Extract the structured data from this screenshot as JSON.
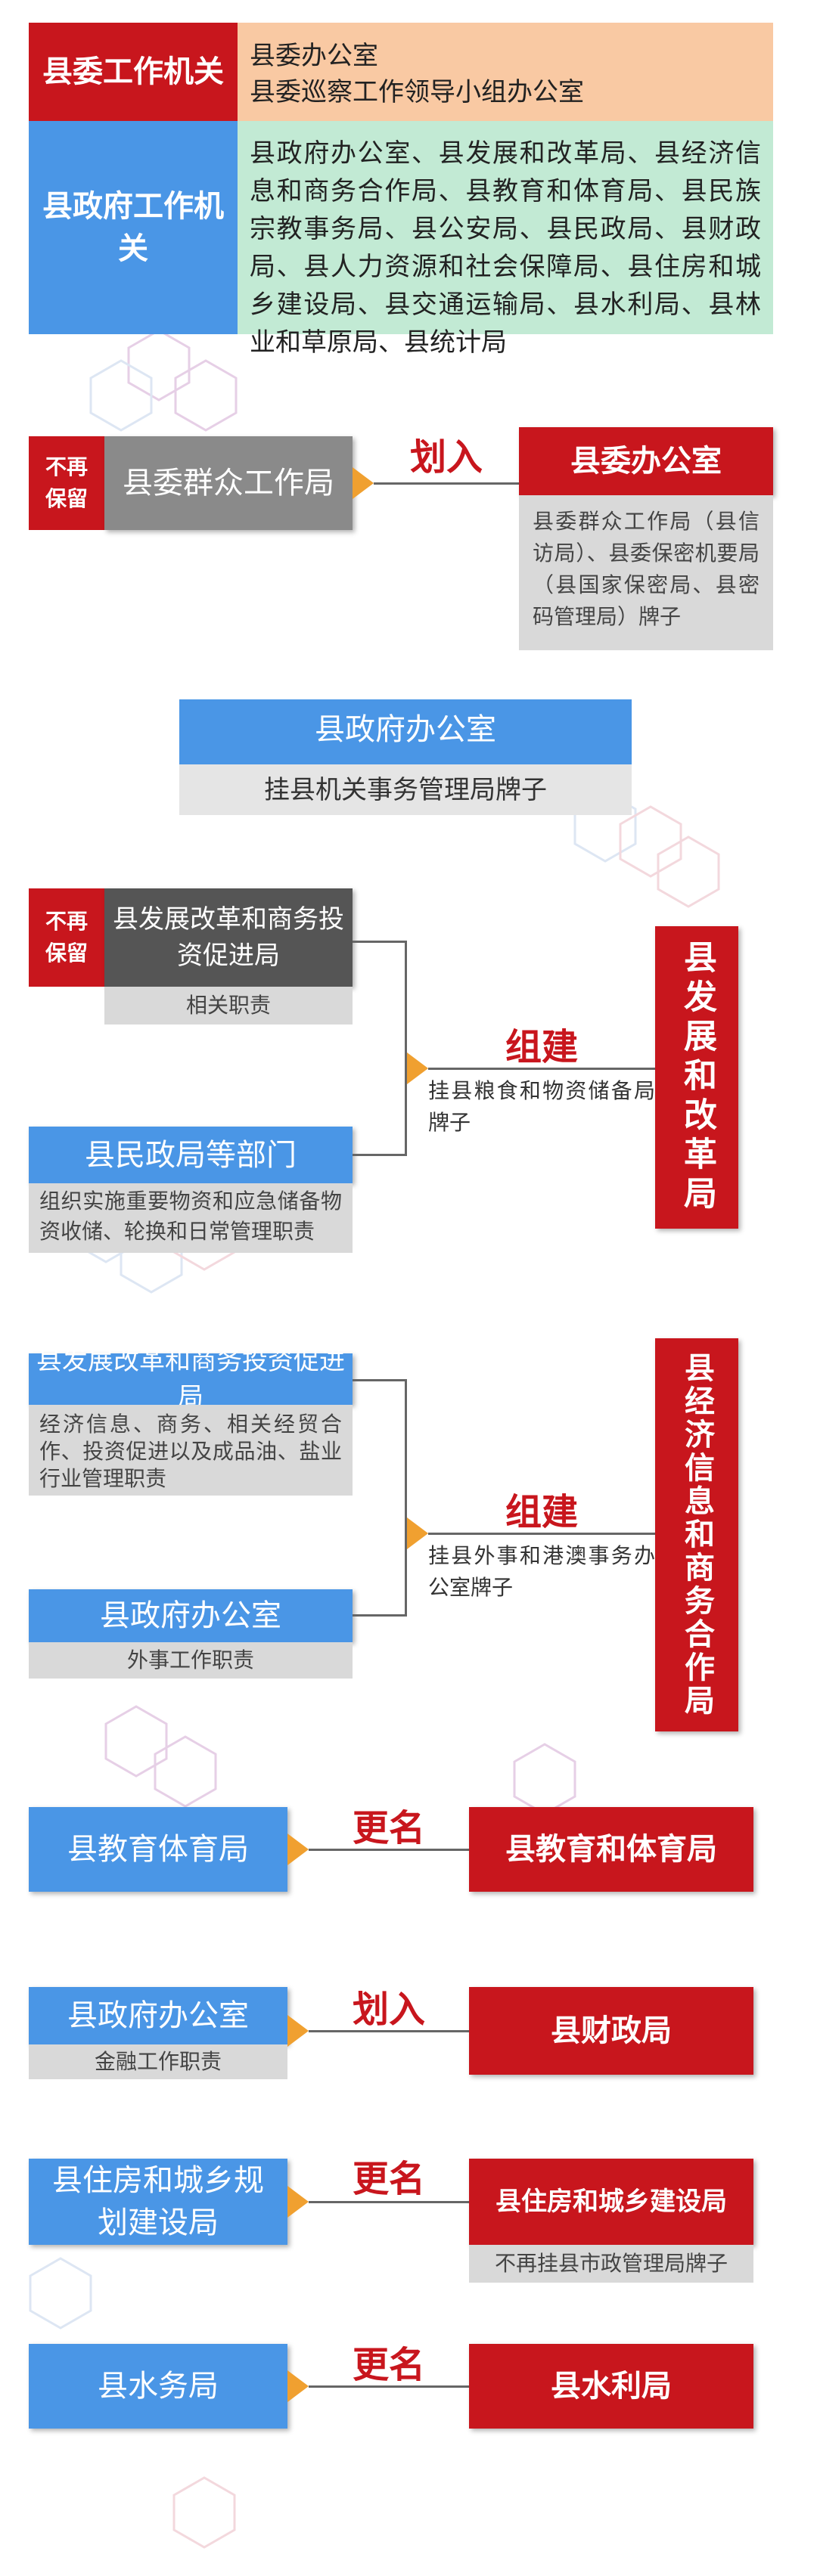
{
  "block1": {
    "party_header": "县委工作机关",
    "party_items": [
      "县委办公室",
      "县委巡察工作领导小组办公室"
    ],
    "gov_header": "县政府工作机关",
    "gov_text": "县政府办公室、县发展和改革局、县经济信息和商务合作局、县教育和体育局、县民族宗教事务局、县公安局、县民政局、县财政局、县人力资源和社会保障局、县住房和城乡建设局、县交通运输局、县水利局、县林业和草原局、县统计局"
  },
  "block2": {
    "badge": [
      "不再",
      "保留"
    ],
    "source": "县委群众工作局",
    "action": "划入",
    "target": "县委办公室",
    "note": "县委群众工作局（县信访局）、县委保密机要局（县国家保密局、县密码管理局）牌子"
  },
  "block3": {
    "title": "县政府办公室",
    "note": "挂县机关事务管理局牌子"
  },
  "block4": {
    "badge": [
      "不再",
      "保留"
    ],
    "source1": "县发展改革和商务投资促进局",
    "source1_note": "相关职责",
    "source2": "县民政局等部门",
    "source2_note": "组织实施重要物资和应急储备物资收储、轮换和日常管理职责",
    "action": "组建",
    "action_note": "挂县粮食和物资储备局牌子",
    "target": "县发展和改革局"
  },
  "block5": {
    "source1": "县发展改革和商务投资促进局",
    "source1_note": "经济信息、商务、相关经贸合作、投资促进以及成品油、盐业行业管理职责",
    "source2": "县政府办公室",
    "source2_note": "外事工作职责",
    "action": "组建",
    "action_note": "挂县外事和港澳事务办公室牌子",
    "target": "县经济信息和商务合作局"
  },
  "block6": {
    "source": "县教育体育局",
    "action": "更名",
    "target": "县教育和体育局"
  },
  "block7": {
    "source": "县政府办公室",
    "source_note": "金融工作职责",
    "action": "划入",
    "target": "县财政局"
  },
  "block8": {
    "source": "县住房和城乡规划建设局",
    "action": "更名",
    "target": "县住房和城乡建设局",
    "target_note": "不再挂县市政管理局牌子"
  },
  "block9": {
    "source": "县水务局",
    "action": "更名",
    "target": "县水利局"
  },
  "colors": {
    "red": "#c8161d",
    "blue": "#4a96e6",
    "orange_panel": "#f9c9a3",
    "green_panel": "#c2ead4",
    "arrow": "#f0a030"
  }
}
